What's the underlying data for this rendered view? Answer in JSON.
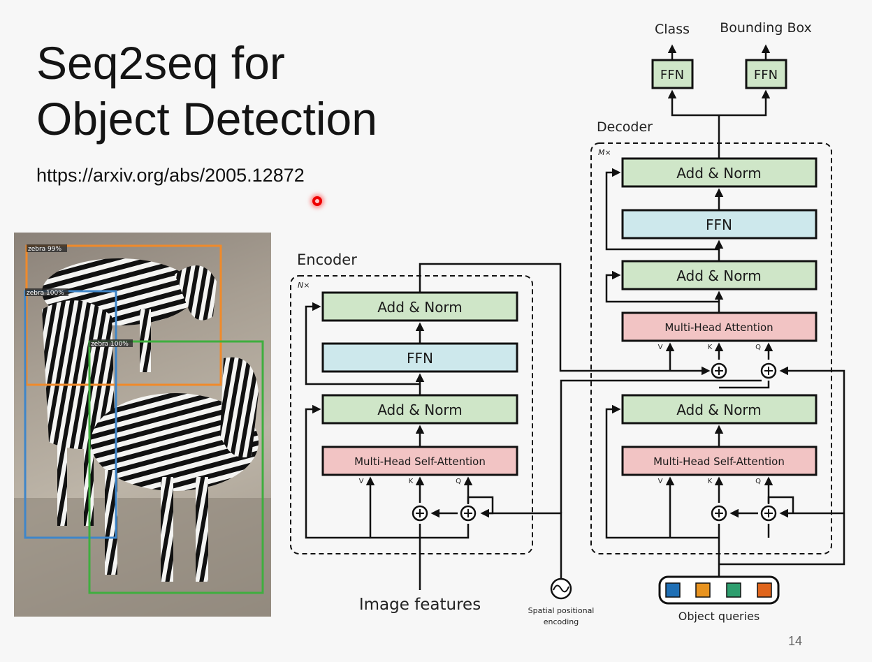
{
  "slide": {
    "title_line1": "Seq2seq for",
    "title_line2": "Object Detection",
    "url": "https://arxiv.org/abs/2005.12872",
    "page_number": "14"
  },
  "photo": {
    "detections": [
      {
        "label": "zebra 99%",
        "color": "#f08a2a"
      },
      {
        "label": "zebra 100%",
        "color": "#3f86c9"
      },
      {
        "label": "zebra 100%",
        "color": "#3fae3f"
      }
    ]
  },
  "diagram": {
    "encoder": {
      "title": "Encoder",
      "repeat": "N×",
      "add_norm_top": "Add & Norm",
      "ffn": "FFN",
      "add_norm_bottom": "Add & Norm",
      "self_attention": "Multi-Head Self-Attention",
      "v": "V",
      "k": "K",
      "q": "Q"
    },
    "decoder": {
      "title": "Decoder",
      "repeat": "M×",
      "add_norm_top": "Add & Norm",
      "ffn": "FFN",
      "add_norm_mid": "Add & Norm",
      "cross_attention": "Multi-Head Attention",
      "add_norm_bottom": "Add & Norm",
      "self_attention": "Multi-Head Self-Attention",
      "v1": "V",
      "k1": "K",
      "q1": "Q",
      "v2": "V",
      "k2": "K",
      "q2": "Q"
    },
    "heads": {
      "class_label": "Class",
      "bbox_label": "Bounding Box",
      "ffn_class": "FFN",
      "ffn_bbox": "FFN"
    },
    "inputs": {
      "image_features": "Image features",
      "spatial_line1": "Spatial  positional",
      "spatial_line2": "encoding",
      "object_queries": "Object queries",
      "query_colors": [
        "#1f6fb5",
        "#e8931f",
        "#2e9e6e",
        "#e0651c"
      ]
    },
    "colors": {
      "add_norm": "#cfe6c8",
      "ffn": "#cde8ec",
      "attention": "#f2c4c4"
    }
  }
}
